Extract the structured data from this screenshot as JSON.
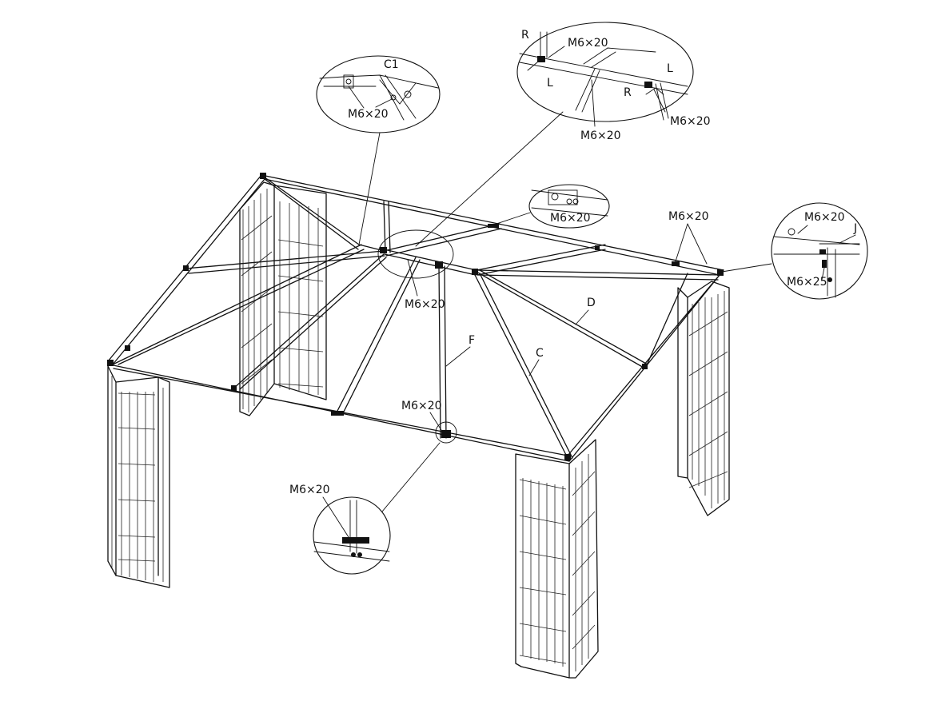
{
  "labels": {
    "c1": "C1",
    "m620_c1": "M6×20",
    "r_top": "R",
    "m620_top_1": "M6×20",
    "l_left": "L",
    "l_right": "L",
    "r_right": "R",
    "m620_top_2": "M6×20",
    "m620_top_3": "M6×20",
    "m620_mid_bubble": "M6×20",
    "m620_right_edge": "M6×20",
    "m620_j_bubble": "M6×20",
    "j": "J",
    "m625": "M6×25",
    "m620_center": "M6×20",
    "d": "D",
    "f": "F",
    "c": "C",
    "m620_front": "M6×20",
    "m620_lower_bubble": "M6×20"
  }
}
